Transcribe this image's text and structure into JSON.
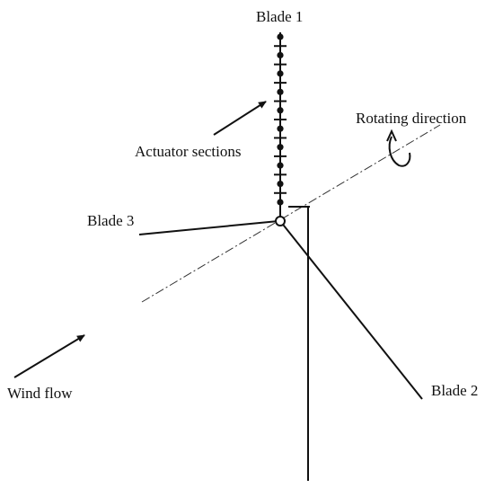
{
  "labels": {
    "blade_1": "Blade 1",
    "blade_2": "Blade 2",
    "blade_3": "Blade 3",
    "actuator_sections": "Actuator sections",
    "rotating_direction": "Rotating direction",
    "wind_flow": "Wind flow"
  },
  "actuator": {
    "section_markers": 10
  },
  "colors": {
    "line": "#111111",
    "background": "#ffffff"
  },
  "icons": {
    "rotation": "curved-rotation-arrow-icon",
    "arrow": "arrow-icon"
  }
}
